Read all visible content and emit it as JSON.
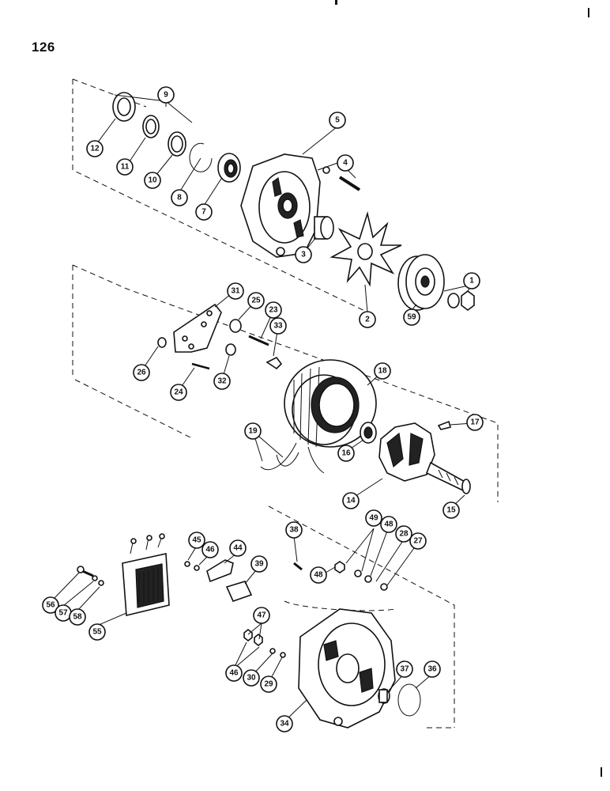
{
  "page": {
    "number": "126"
  },
  "diagram": {
    "subject": "alternator-exploded-view",
    "callouts": {
      "c1": "1",
      "c2": "2",
      "c3": "3",
      "c4": "4",
      "c5": "5",
      "c7": "7",
      "c8": "8",
      "c9": "9",
      "c10": "10",
      "c11": "11",
      "c12": "12",
      "c14": "14",
      "c15": "15",
      "c16": "16",
      "c17": "17",
      "c18": "18",
      "c19": "19",
      "c23": "23",
      "c24": "24",
      "c25": "25",
      "c26": "26",
      "c27": "27",
      "c28": "28",
      "c29": "29",
      "c30": "30",
      "c31": "31",
      "c32": "32",
      "c33": "33",
      "c34": "34",
      "c36": "36",
      "c37": "37",
      "c38": "38",
      "c39": "39",
      "c44": "44",
      "c45": "45",
      "c46a": "46",
      "c46b": "46",
      "c47": "47",
      "c48a": "48",
      "c48b": "48",
      "c49": "49",
      "c55": "55",
      "c56": "56",
      "c57": "57",
      "c58": "58",
      "c59": "59"
    }
  }
}
